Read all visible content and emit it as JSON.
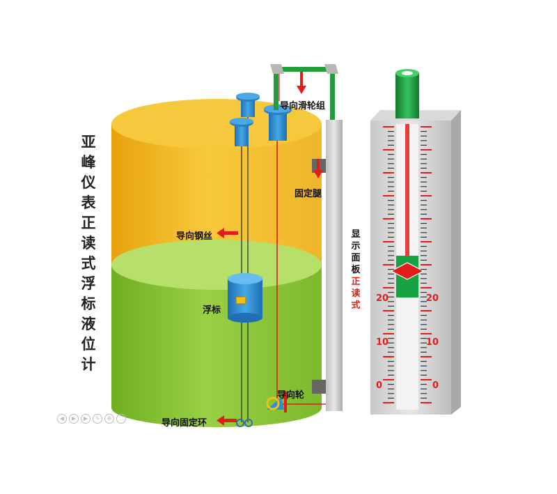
{
  "title_vertical": [
    "亚",
    "峰",
    "仪",
    "表",
    "正",
    "读",
    "式",
    "浮",
    "标",
    "液",
    "位",
    "计"
  ],
  "labels": {
    "pulley_group": "导向滑轮组",
    "fixed_leg": "固定腿",
    "guide_wire": "导向钢丝",
    "float": "浮标",
    "guide_wheel": "导向轮",
    "guide_ring": "导向固定环"
  },
  "panel_label_black": [
    "显",
    "示",
    "面",
    "板"
  ],
  "panel_label_red": [
    "正",
    "读",
    "式"
  ],
  "scale_numbers": [
    "20",
    "10",
    "0"
  ],
  "colors": {
    "tank_top": "#f2c230",
    "tank_bottom": "#8fc63a",
    "arrow_red": "#e31b1b",
    "pipe_green": "#1f9e3a",
    "float_blue": "#2e8fd0"
  },
  "playback_icons": [
    "prev-icon",
    "play-icon",
    "next-icon",
    "edit-icon",
    "zoom-icon",
    "more-icon"
  ]
}
